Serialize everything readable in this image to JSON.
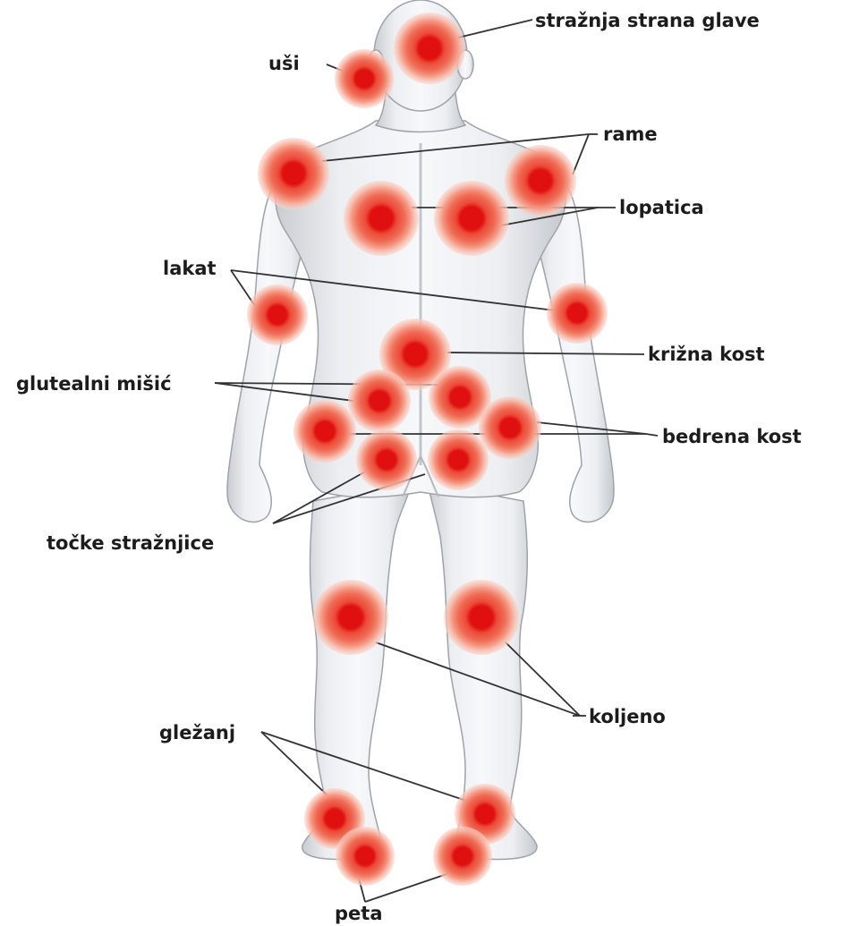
{
  "labels": {
    "back_of_head": "stražnja strana glave",
    "ears": "uši",
    "shoulder": "rame",
    "shoulder_blade": "lopatica",
    "elbow": "lakat",
    "sacrum": "križna kost",
    "gluteal_muscle": "glutealni mišić",
    "femur": "bedrena kost",
    "buttock_points": "točke stražnjice",
    "knee": "koljeno",
    "ankle": "gležanj",
    "heel": "peta"
  },
  "colors": {
    "figure_light": "#f4f5f7",
    "figure_mid": "#dfe2e6",
    "figure_shadow": "#b8bcc2",
    "outline": "#9ea3aa",
    "pain_core": "#e01010",
    "pain_ring": "#ef6b55",
    "pain_halo": "#f8b3a2",
    "text": "#1c1c1c"
  },
  "pain_points": [
    "back-of-head",
    "ear",
    "shoulder-left",
    "shoulder-right",
    "shoulder-blade-left",
    "shoulder-blade-right",
    "elbow-left",
    "elbow-right",
    "sacrum",
    "gluteal-left",
    "gluteal-right",
    "hip-left",
    "hip-right",
    "buttock-left",
    "buttock-right",
    "knee-left",
    "knee-right",
    "ankle-left",
    "ankle-right",
    "heel-left",
    "heel-right"
  ]
}
